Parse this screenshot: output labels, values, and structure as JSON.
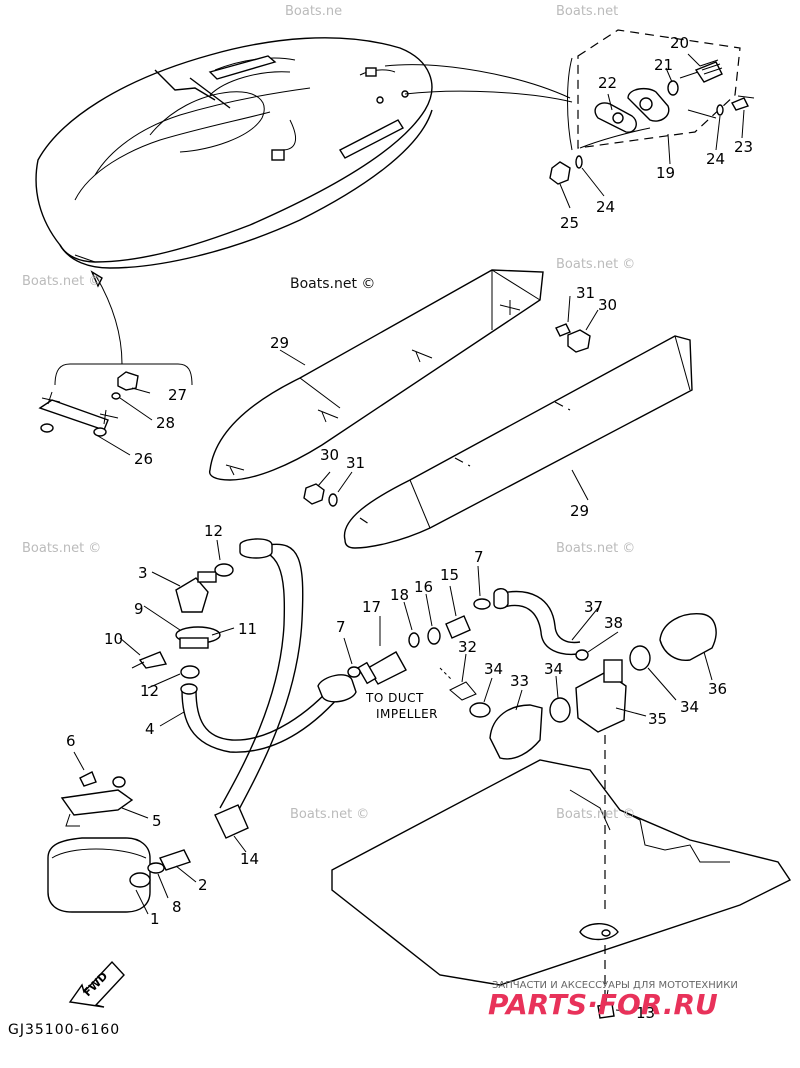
{
  "watermarks": {
    "boats_net": "Boats.net ©",
    "boats_top": "Boats.ne",
    "boats_top2": "Boats.net"
  },
  "part_numbers": {
    "p1": "1",
    "p2": "2",
    "p3": "3",
    "p4": "4",
    "p5": "5",
    "p6": "6",
    "p7": "7",
    "p8": "8",
    "p9": "9",
    "p10": "10",
    "p11": "11",
    "p12": "12",
    "p13": "13",
    "p14": "14",
    "p15": "15",
    "p16": "16",
    "p17": "17",
    "p18": "18",
    "p19": "19",
    "p20": "20",
    "p21": "21",
    "p22": "22",
    "p23": "23",
    "p24": "24",
    "p25": "25",
    "p26": "26",
    "p27": "27",
    "p28": "28",
    "p29": "29",
    "p30": "30",
    "p31": "31",
    "p32": "32",
    "p33": "33",
    "p34": "34",
    "p35": "35",
    "p36": "36",
    "p37": "37",
    "p38": "38"
  },
  "notes": {
    "to_duct_line1": "TO DUCT",
    "to_duct_line2": "IMPELLER",
    "fwd": "FWD"
  },
  "diagram_code": "GJ35100-6160",
  "shop": {
    "tagline": "ЗАПЧАСТИ И АКСЕССУАРЫ ДЛЯ МОТОТЕХНИКИ",
    "brand": "PARTS·FOR.RU"
  },
  "colors": {
    "ink": "#000000",
    "background": "#ffffff",
    "brand_pink": "#e8325a",
    "watermark_gray": "#bbbbbb"
  }
}
